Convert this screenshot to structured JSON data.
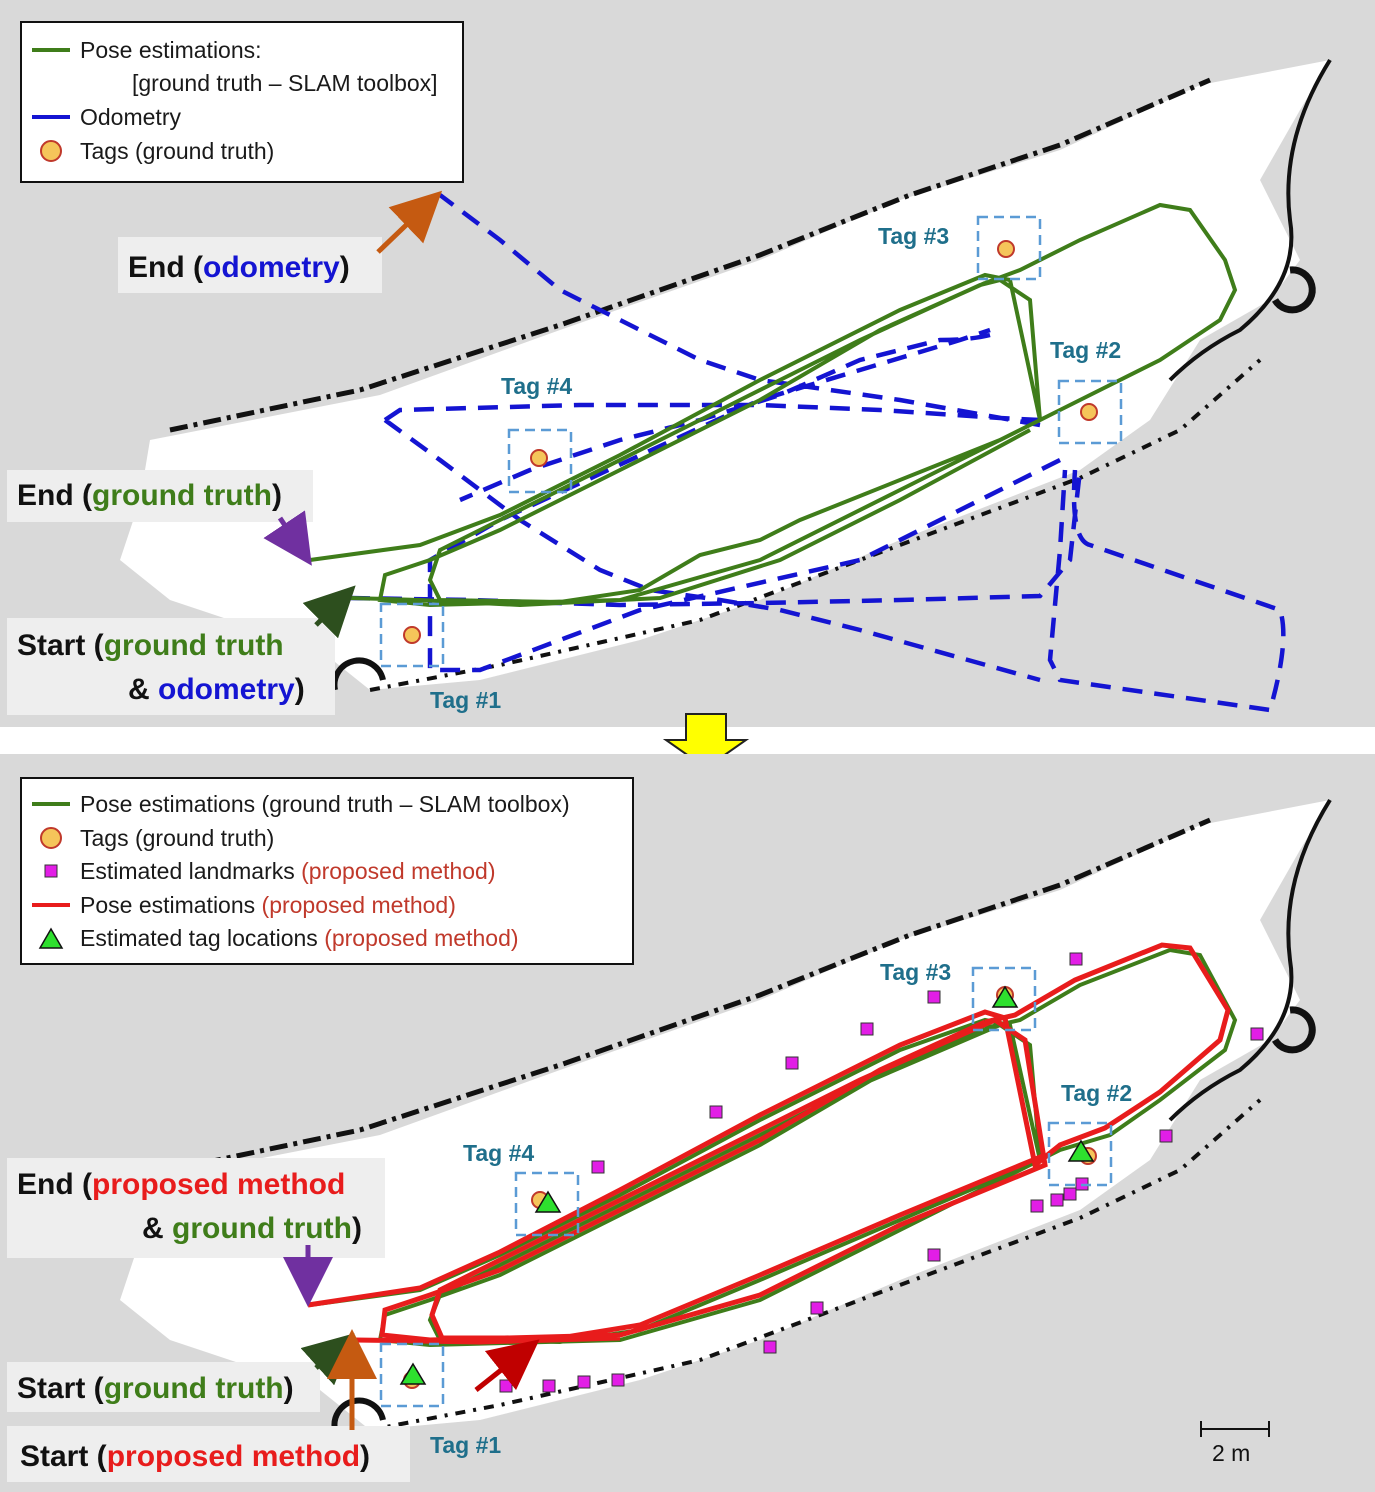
{
  "top_panel": {
    "legend": {
      "pose_line1": "Pose estimations:",
      "pose_line2": "[ground truth – SLAM toolbox]",
      "odometry": "Odometry",
      "tags": "Tags (ground truth)"
    },
    "end_odometry": {
      "prefix": "End (",
      "word": "odometry",
      "suffix": ")"
    },
    "end_ground_truth": {
      "prefix": "End (",
      "word": "ground truth",
      "suffix": ")"
    },
    "start_line1": {
      "prefix": "Start (",
      "word": "ground truth"
    },
    "start_line2": {
      "prefix": "& ",
      "word": "odometry",
      "suffix": ")"
    },
    "tags": [
      "Tag #1",
      "Tag #2",
      "Tag #3",
      "Tag #4"
    ]
  },
  "bottom_panel": {
    "legend": {
      "pose_gt": "Pose estimations (ground truth – SLAM toolbox)",
      "tags": "Tags (ground truth)",
      "landmarks": "Estimated landmarks ",
      "landmarks_method": "(proposed method)",
      "pose_prop": "Pose estimations ",
      "pose_prop_method": "(proposed method)",
      "tag_est": "Estimated tag locations ",
      "tag_est_method": "(proposed method)"
    },
    "end_line1": {
      "prefix": "End (",
      "word": "proposed method"
    },
    "end_line2": {
      "prefix": "& ",
      "word": "ground truth",
      "suffix": ")"
    },
    "start_gt": {
      "prefix": "Start (",
      "word": "ground truth",
      "suffix": ")"
    },
    "start_prop": {
      "prefix": "Start (",
      "word": "proposed method",
      "suffix": ")"
    },
    "tags": [
      "Tag #1",
      "Tag #2",
      "Tag #3",
      "Tag #4"
    ],
    "scale_bar": "2 m"
  },
  "colors": {
    "ground_truth": "#3f7d1a",
    "odometry": "#1414d2",
    "proposed": "#e81c1c",
    "tag_fill": "#f5c55a",
    "tag_stroke": "#c0392b",
    "landmark": "#e21ee6",
    "tag_estimate": "#2ee02e",
    "map_background": "#d9d9d9",
    "arrow_purple": "#7030a0",
    "arrow_dark_green": "#2d4f1e",
    "arrow_orange": "#c55a11",
    "arrow_red": "#c00000",
    "down_arrow": "#ffff00"
  }
}
